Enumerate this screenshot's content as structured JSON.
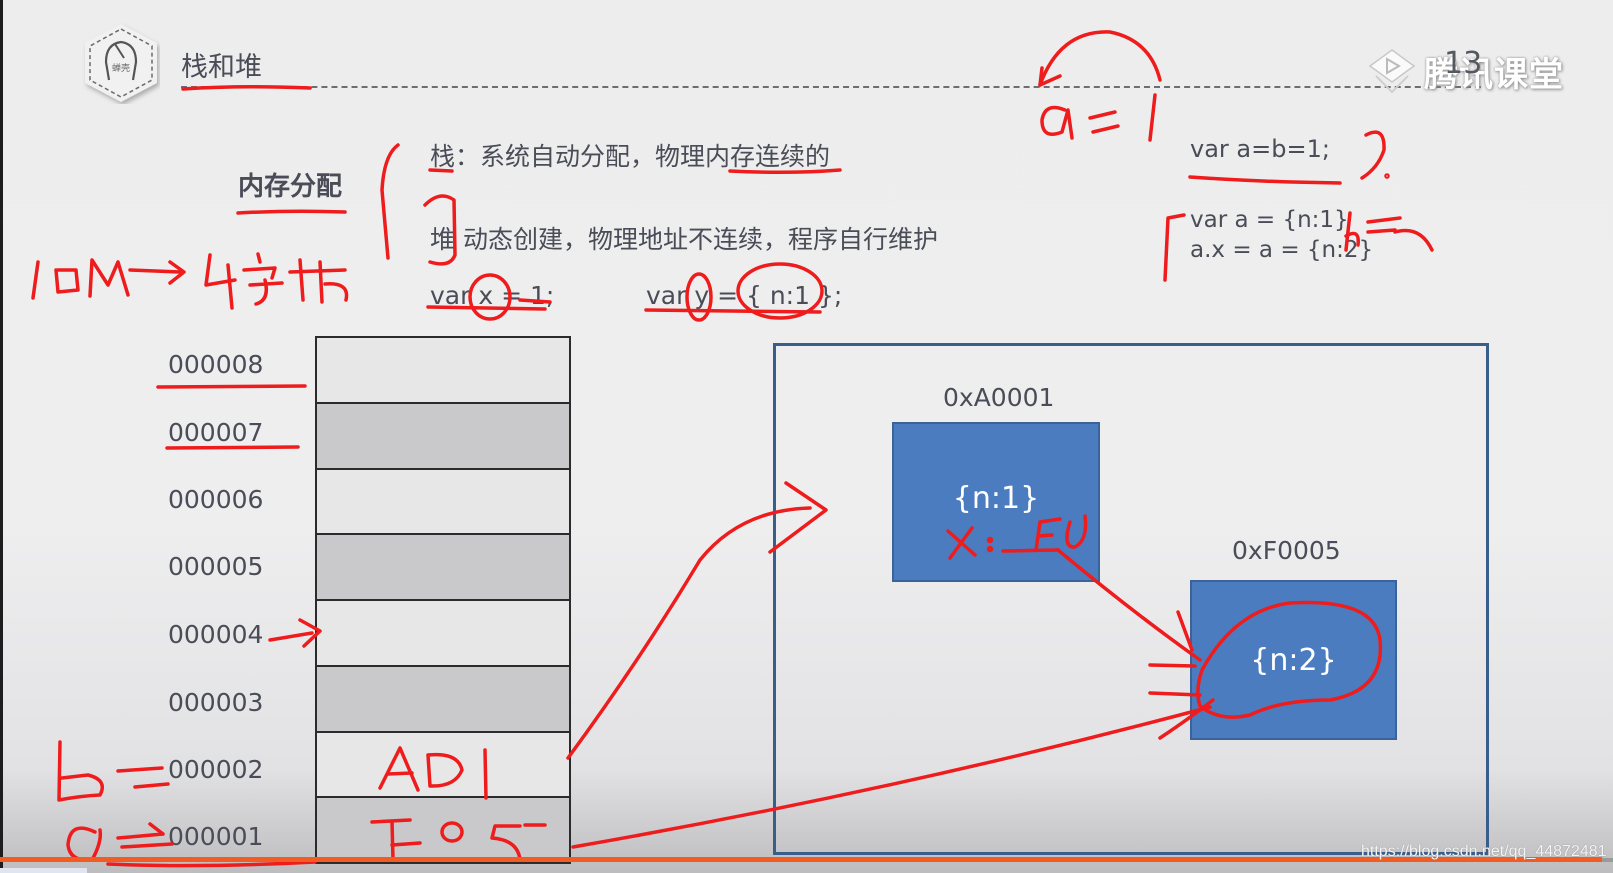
{
  "slide": {
    "title": "栈和堆",
    "page_number": "13",
    "watermark": "腾讯课堂",
    "logo_text": "蝉壳",
    "section_label": "内存分配",
    "stack_line": "栈：系统自动分配，物理内存连续的",
    "heap_line": "堆  动态创建，物理地址不连续，程序自行维护",
    "code_x": "var x = 1;",
    "code_y": "var y = { n:1 };",
    "right_code": {
      "line1": "var a=b=1;",
      "line2": "var a = {n:1}",
      "line3": "a.x = a = {n:2}"
    },
    "stack": {
      "addresses": [
        "000008",
        "000007",
        "000006",
        "000005",
        "000004",
        "000003",
        "000002",
        "000001"
      ]
    },
    "heap": {
      "objects": [
        {
          "address": "0xA0001",
          "value": "{n:1}"
        },
        {
          "address": "0xF0005",
          "value": "{n:2}"
        }
      ]
    }
  },
  "annotations": {
    "a_eq_1": "a =1",
    "question": "?",
    "memory_note": "10M→4字节",
    "b_label": "b=",
    "a_label": "a=",
    "cell2_value": "A01",
    "cell1_value": "F05",
    "x_field": "x: F0",
    "fa_note": "b=a"
  },
  "player": {
    "progress_percent": 99.3,
    "progress_color": "#f25c22",
    "url_watermark": "https://blog.csdn.net/qq_44872481"
  },
  "colors": {
    "heap_border": "#3a5e8c",
    "object_fill": "#4b7cc0",
    "ink": "#ee1c1c",
    "text": "#4a4d57"
  }
}
